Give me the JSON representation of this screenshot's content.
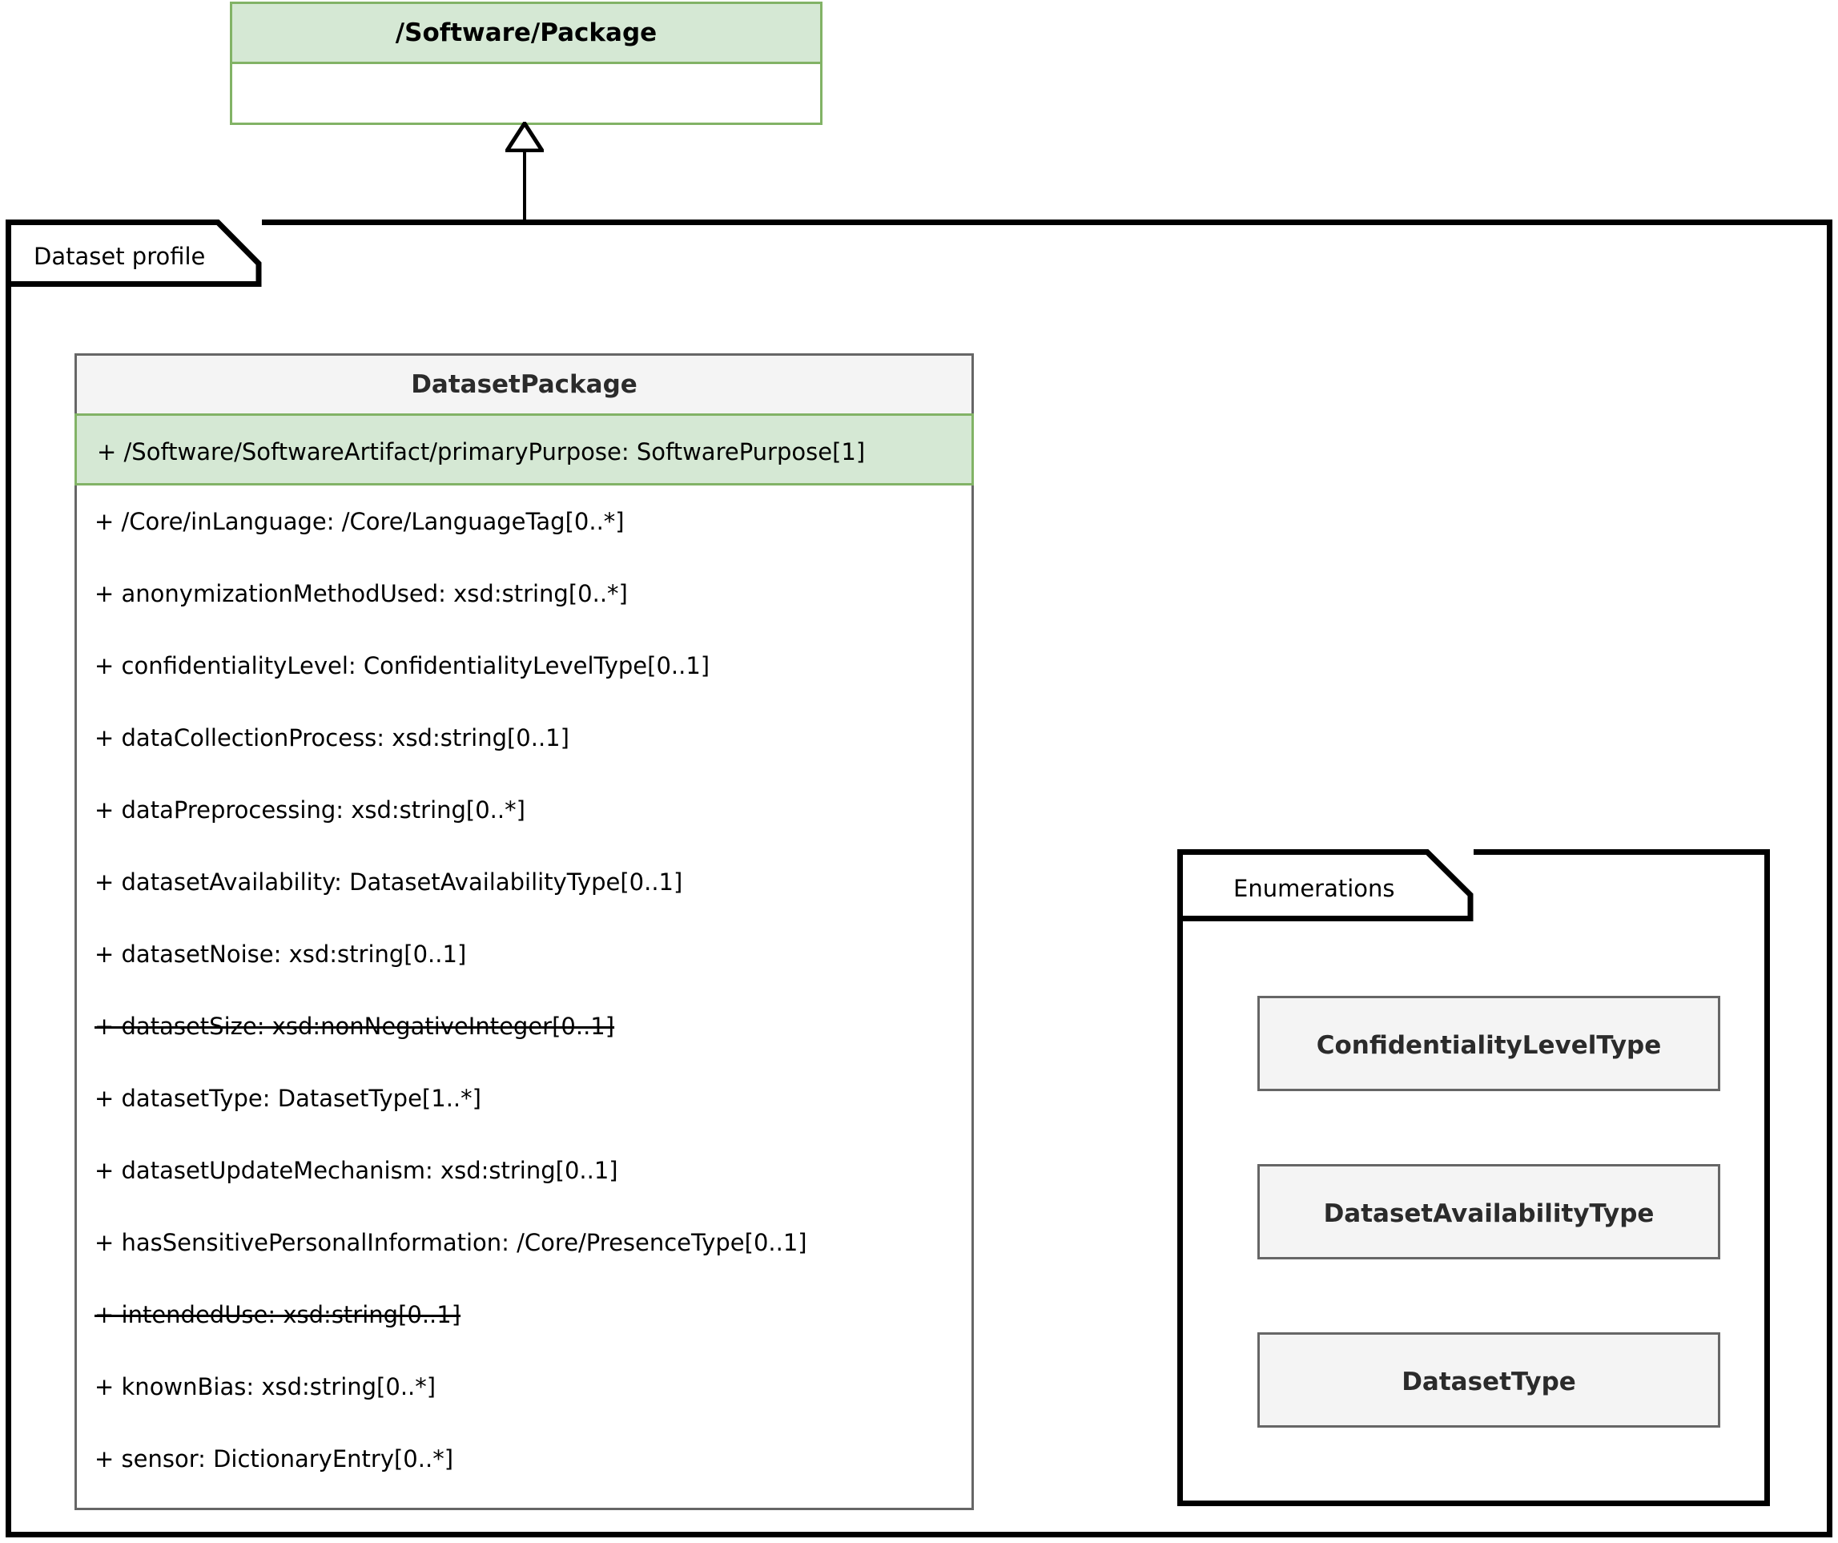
{
  "superclass": {
    "name": "/Software/Package"
  },
  "relationship": {
    "kind": "generalization",
    "from": "DatasetPackage",
    "to": "/Software/Package"
  },
  "packages": {
    "dataset_profile": {
      "label": "Dataset profile"
    },
    "enumerations": {
      "label": "Enumerations"
    }
  },
  "dataset_package": {
    "name": "DatasetPackage",
    "attributes": [
      {
        "text": "+ /Software/SoftwareArtifact/primaryPurpose: SoftwarePurpose[1]",
        "highlight": true,
        "struck": false
      },
      {
        "text": "+ /Core/inLanguage: /Core/LanguageTag[0..*]",
        "highlight": false,
        "struck": false
      },
      {
        "text": "+ anonymizationMethodUsed: xsd:string[0..*]",
        "highlight": false,
        "struck": false
      },
      {
        "text": "+ confidentialityLevel: ConfidentialityLevelType[0..1]",
        "highlight": false,
        "struck": false
      },
      {
        "text": "+ dataCollectionProcess: xsd:string[0..1]",
        "highlight": false,
        "struck": false
      },
      {
        "text": "+ dataPreprocessing: xsd:string[0..*]",
        "highlight": false,
        "struck": false
      },
      {
        "text": "+ datasetAvailability: DatasetAvailabilityType[0..1]",
        "highlight": false,
        "struck": false
      },
      {
        "text": "+ datasetNoise: xsd:string[0..1]",
        "highlight": false,
        "struck": false
      },
      {
        "text": "+ datasetSize: xsd:nonNegativeInteger[0..1]",
        "highlight": false,
        "struck": true
      },
      {
        "text": "+ datasetType: DatasetType[1..*]",
        "highlight": false,
        "struck": false
      },
      {
        "text": "+ datasetUpdateMechanism: xsd:string[0..1]",
        "highlight": false,
        "struck": false
      },
      {
        "text": "+ hasSensitivePersonalInformation: /Core/PresenceType[0..1]",
        "highlight": false,
        "struck": false
      },
      {
        "text": "+ intendedUse: xsd:string[0..1]",
        "highlight": false,
        "struck": true
      },
      {
        "text": "+ knownBias: xsd:string[0..*]",
        "highlight": false,
        "struck": false
      },
      {
        "text": "+ sensor: DictionaryEntry[0..*]",
        "highlight": false,
        "struck": false
      }
    ]
  },
  "enumerations": [
    {
      "name": "ConfidentialityLevelType"
    },
    {
      "name": "DatasetAvailabilityType"
    },
    {
      "name": "DatasetType"
    }
  ],
  "colors": {
    "highlight_fill": "#d5e8d4",
    "highlight_border": "#82b366",
    "class_header_fill": "#f4f4f4",
    "class_border": "#666666",
    "frame_border": "#000000"
  }
}
